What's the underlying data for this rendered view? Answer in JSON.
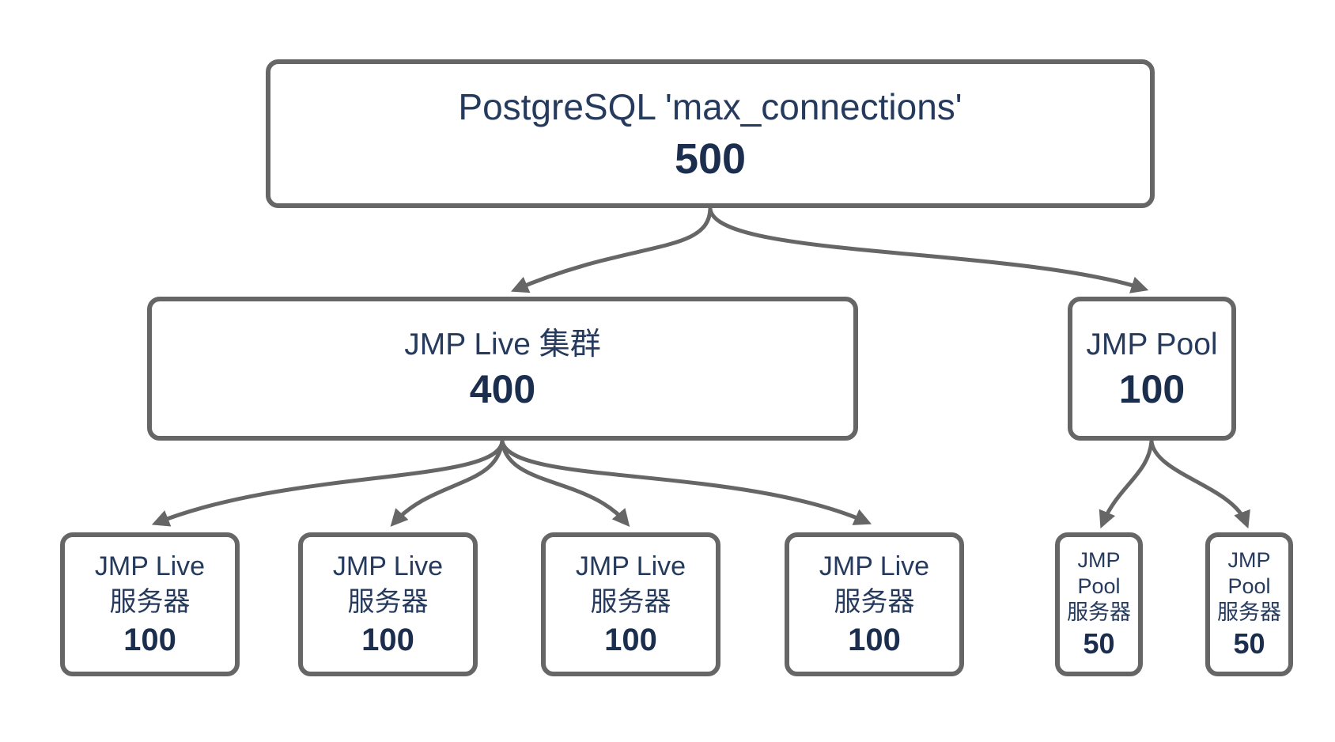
{
  "diagram": {
    "root": {
      "label": "PostgreSQL 'max_connections'",
      "value": "500"
    },
    "cluster": {
      "label": "JMP Live 集群",
      "value": "400"
    },
    "pool": {
      "label": "JMP Pool",
      "value": "100"
    },
    "live_servers": [
      {
        "label_line1": "JMP Live",
        "label_line2": "服务器",
        "value": "100"
      },
      {
        "label_line1": "JMP Live",
        "label_line2": "服务器",
        "value": "100"
      },
      {
        "label_line1": "JMP Live",
        "label_line2": "服务器",
        "value": "100"
      },
      {
        "label_line1": "JMP Live",
        "label_line2": "服务器",
        "value": "100"
      }
    ],
    "pool_servers": [
      {
        "label_line1": "JMP",
        "label_line2": "Pool",
        "label_line3": "服务器",
        "value": "50"
      },
      {
        "label_line1": "JMP",
        "label_line2": "Pool",
        "label_line3": "服务器",
        "value": "50"
      }
    ],
    "edges": [
      {
        "from": "postgresql-max-connections",
        "to": "jmp-live-cluster"
      },
      {
        "from": "postgresql-max-connections",
        "to": "jmp-pool"
      },
      {
        "from": "jmp-live-cluster",
        "to": "jmp-live-server-1"
      },
      {
        "from": "jmp-live-cluster",
        "to": "jmp-live-server-2"
      },
      {
        "from": "jmp-live-cluster",
        "to": "jmp-live-server-3"
      },
      {
        "from": "jmp-live-cluster",
        "to": "jmp-live-server-4"
      },
      {
        "from": "jmp-pool",
        "to": "jmp-pool-server-1"
      },
      {
        "from": "jmp-pool",
        "to": "jmp-pool-server-2"
      }
    ],
    "colors": {
      "border": "#666666",
      "arrow": "#666666",
      "label_text": "#253a5c",
      "value_text": "#1c2e4e",
      "background": "#ffffff"
    }
  }
}
